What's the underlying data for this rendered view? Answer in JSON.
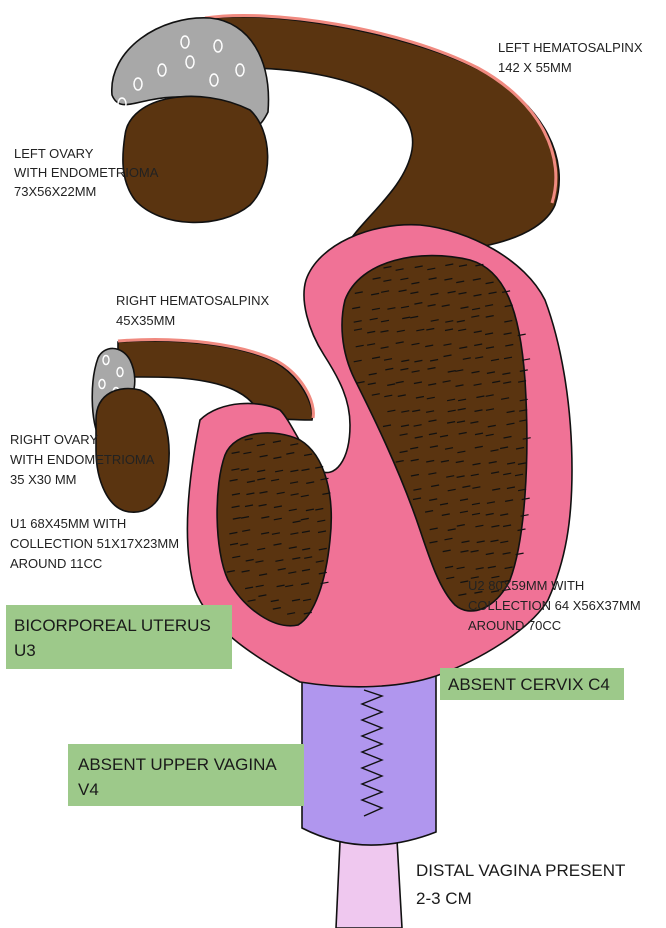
{
  "colors": {
    "hematosalpinx": "#5a3410",
    "tube_lining": "#f08a80",
    "ovary_cortex": "#a8a8a8",
    "uterus_wall": "#f07296",
    "cervix_absent": "#b096ee",
    "distal_vagina": "#efc8ef",
    "label_box": "#9dc98a"
  },
  "labels": {
    "left_hematosalpinx": [
      "LEFT HEMATOSALPINX",
      "142 X 55MM"
    ],
    "left_ovary": [
      "LEFT OVARY",
      "WITH ENDOMETRIOMA",
      "73X56X22MM"
    ],
    "right_hematosalpinx": [
      "RIGHT HEMATOSALPINX",
      "45X35MM"
    ],
    "right_ovary": [
      "RIGHT  OVARY",
      "WITH ENDOMETRIOMA",
      " 35 X30 MM"
    ],
    "u1": [
      "U1 68X45MM WITH",
      "COLLECTION 51X17X23MM",
      "AROUND 11CC"
    ],
    "u2": [
      "U2 80X59MM WITH",
      "COLLECTION 64 X56X37MM",
      "AROUND 70CC"
    ],
    "distal_vagina": [
      "DISTAL VAGINA PRESENT",
      "2-3 CM"
    ]
  },
  "boxes": {
    "bicorporeal": [
      "BICORPOREAL UTERUS",
      "U3"
    ],
    "absent_cervix": [
      "ABSENT CERVIX C4"
    ],
    "absent_upper_vagina": [
      "ABSENT UPPER VAGINA",
      "V4"
    ]
  }
}
